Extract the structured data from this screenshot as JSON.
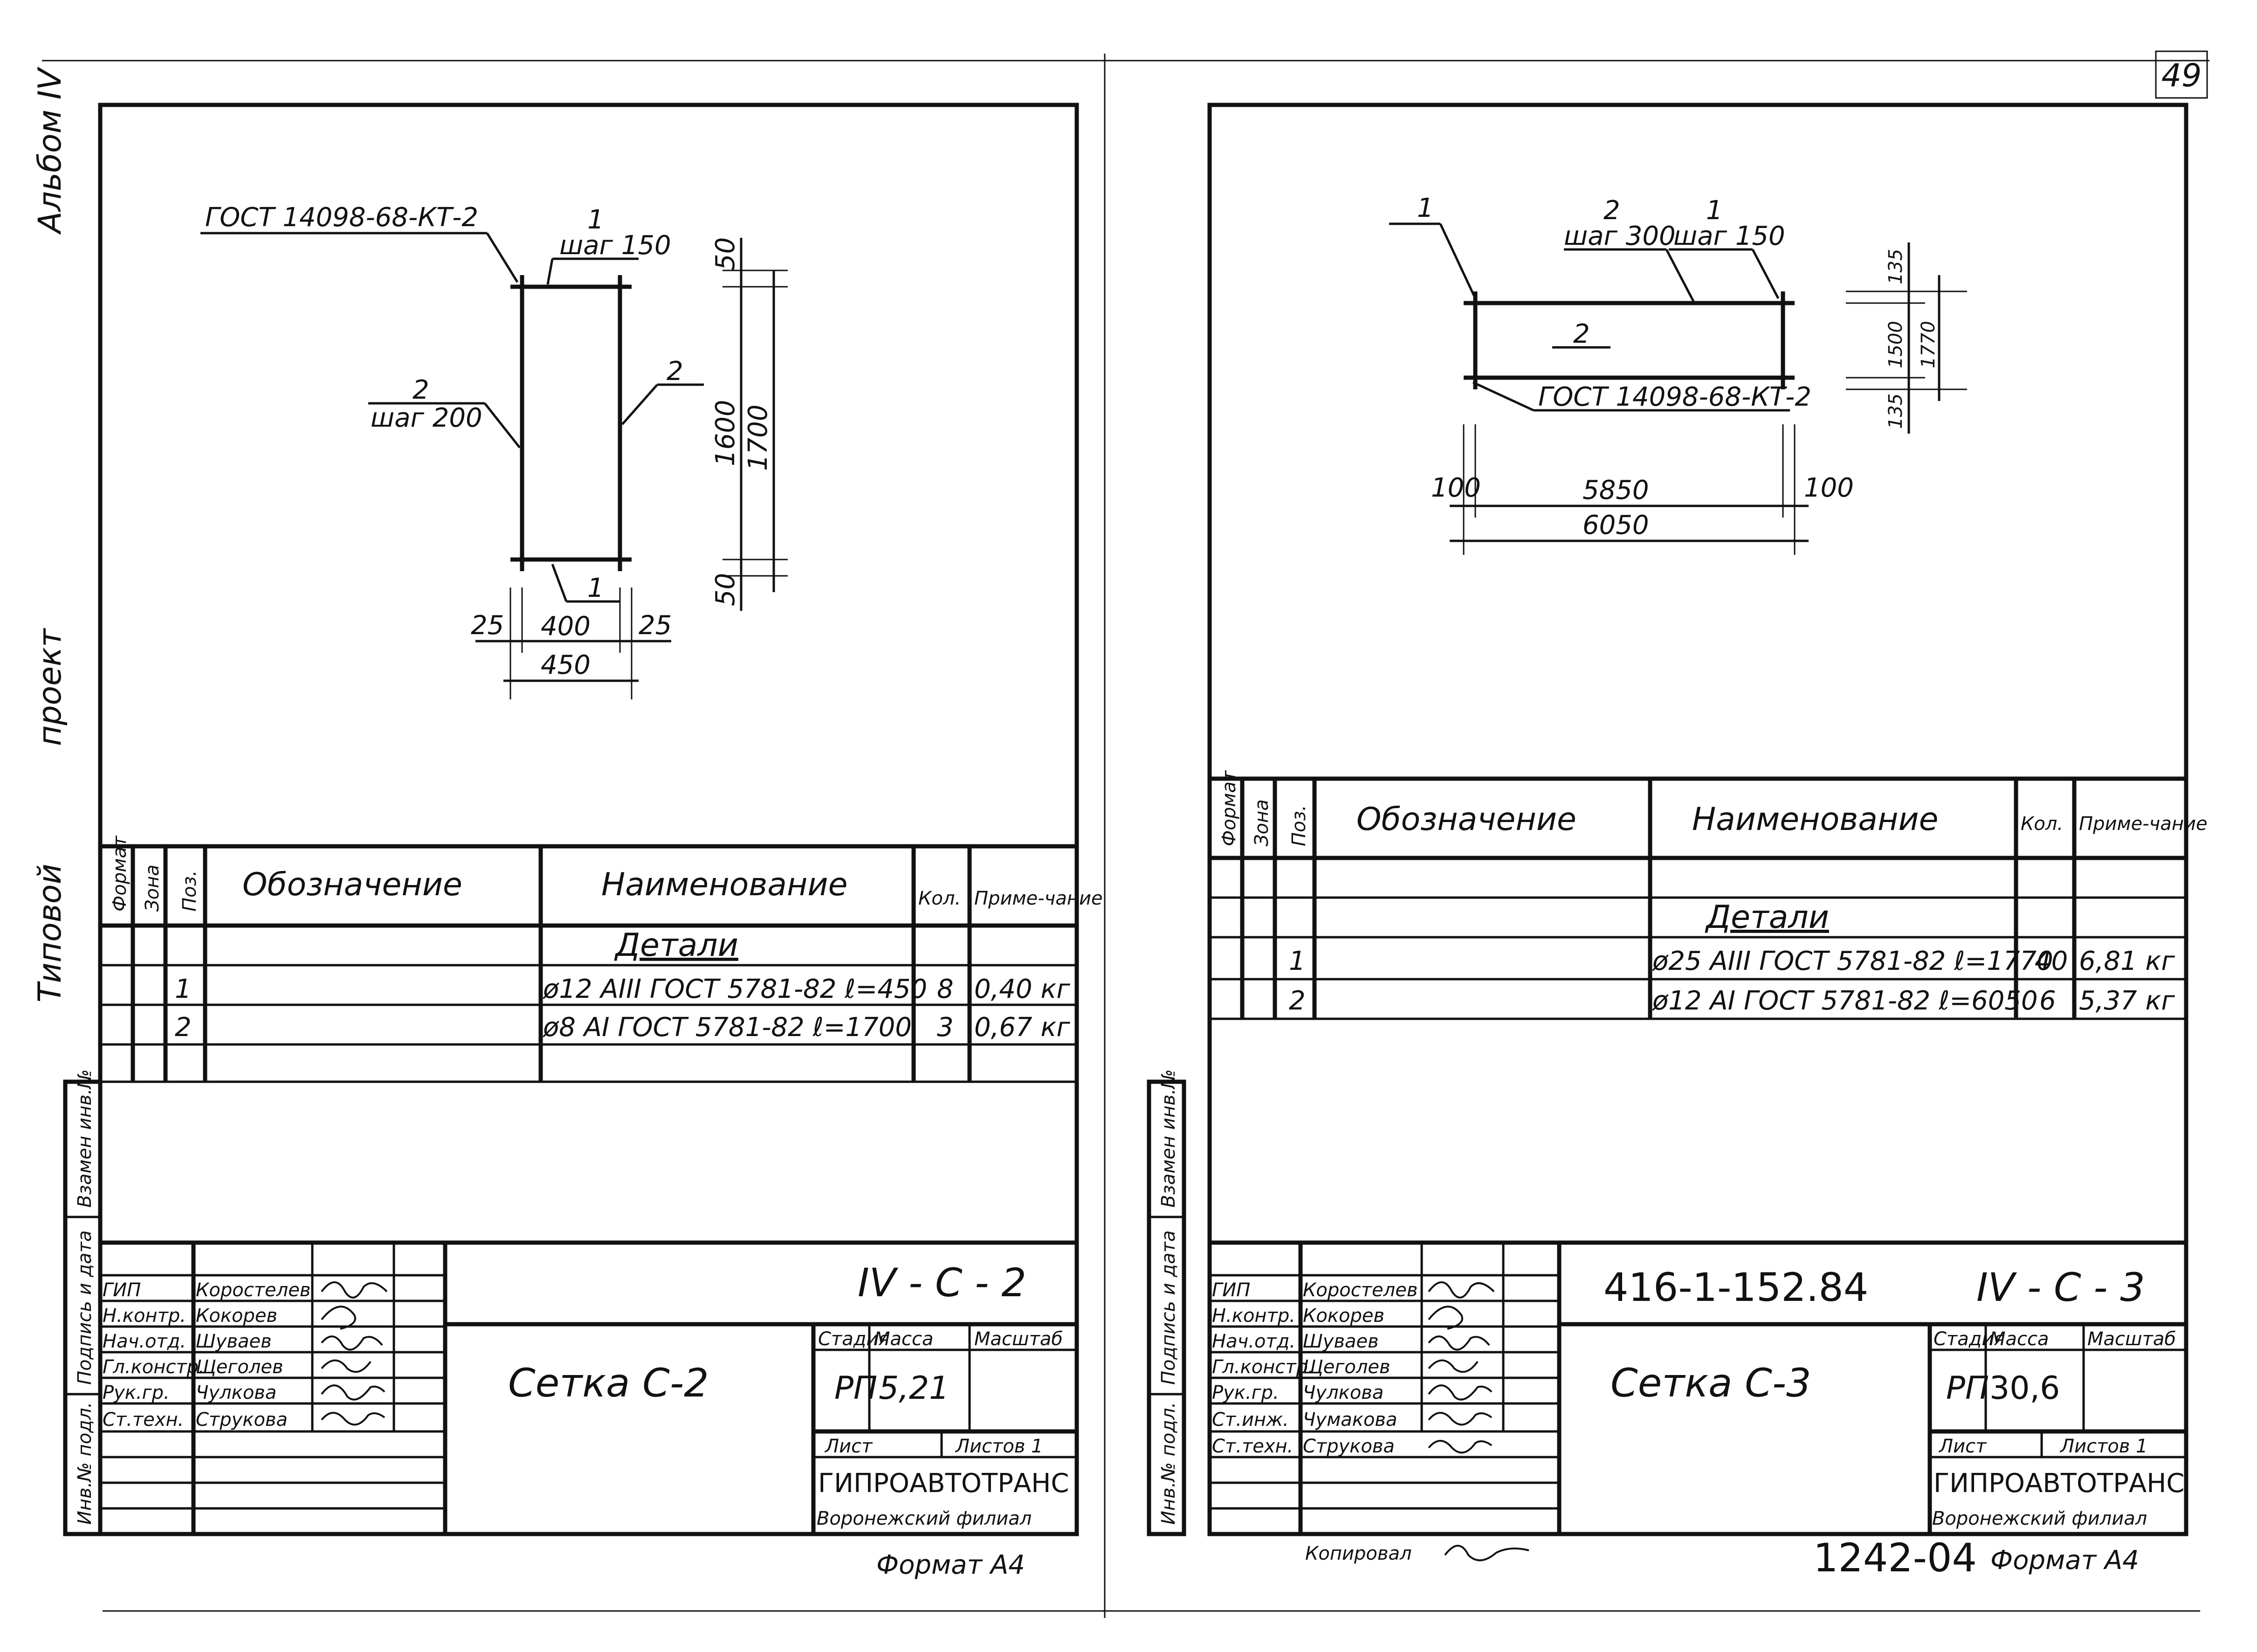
{
  "page_number": "49",
  "side_labels": {
    "album": "Альбом IV",
    "project": "проект",
    "typical": "Типовой"
  },
  "sheet_left": {
    "drawing": {
      "gost_label": "ГОСТ 14098-68-КТ-2",
      "mark_pos1_top": "1",
      "mark_pos1_top_step": "шаг 150",
      "mark_pos2_left": "2",
      "mark_pos2_left_step": "шаг 200",
      "mark_pos2_right": "2",
      "mark_pos1_bottom": "1",
      "dim_top": "50",
      "dim_inner_v": "1600",
      "dim_outer_v": "1700",
      "dim_bottom": "50",
      "dim_left": "25",
      "dim_inner_h": "400",
      "dim_right": "25",
      "dim_outer_h": "450"
    },
    "spec_table": {
      "headers": [
        "Формат",
        "Зона",
        "Поз.",
        "Обозначение",
        "Наименование",
        "Кол.",
        "Приме-чание"
      ],
      "section_title": "Детали",
      "rows": [
        {
          "pos": "1",
          "name": "ø12 AIII ГОСТ 5781-82  ℓ=450",
          "qty": "8",
          "note": "0,40 кг"
        },
        {
          "pos": "2",
          "name": "ø8 AI ГОСТ 5781-82  ℓ=1700",
          "qty": "3",
          "note": "0,67 кг"
        }
      ]
    },
    "side_stamp": [
      "Взамен инв.№",
      "Подпись и дата",
      "Инв.№ подл."
    ],
    "title_block": {
      "designation": "IV - С - 2",
      "people": [
        {
          "role": "ГИП",
          "name": "Коростелев"
        },
        {
          "role": "Н.контр.",
          "name": "Кокорев"
        },
        {
          "role": "Нач.отд.",
          "name": "Шуваев"
        },
        {
          "role": "Гл.констр.",
          "name": "Щеголев"
        },
        {
          "role": "Рук.гр.",
          "name": "Чулкова"
        },
        {
          "role": "Ст.техн.",
          "name": "Струкова"
        }
      ],
      "title": "Сетка С-2",
      "stage_header": "Стадия",
      "mass_header": "Масса",
      "scale_header": "Масштаб",
      "stage": "РП",
      "mass": "5,21",
      "sheet_label": "Лист",
      "sheets_label": "Листов 1",
      "org": "ГИПРОАВТОТРАНС",
      "branch": "Воронежский филиал"
    },
    "format": "Формат А4"
  },
  "sheet_right": {
    "drawing": {
      "mark_pos1_left": "1",
      "mark_pos2_top": "2",
      "mark_pos2_top_step": "шаг 300",
      "mark_pos1_top": "1",
      "mark_pos1_top_step": "шаг 150",
      "mark_pos2_mid": "2",
      "gost_label": "ГОСТ 14098-68-КТ-2",
      "dim_top": "135",
      "dim_inner_v": "1500",
      "dim_outer_v": "1770",
      "dim_bottom": "135",
      "dim_left": "100",
      "dim_inner_h": "5850",
      "dim_right": "100",
      "dim_outer_h": "6050"
    },
    "spec_table": {
      "headers": [
        "Формат",
        "Зона",
        "Поз.",
        "Обозначение",
        "Наименование",
        "Кол.",
        "Приме-чание"
      ],
      "section_title": "Детали",
      "rows": [
        {
          "pos": "1",
          "name": "ø25 AIII ГОСТ 5781-82  ℓ=1770",
          "qty": "40",
          "note": "6,81 кг"
        },
        {
          "pos": "2",
          "name": "ø12 AI ГОСТ 5781-82  ℓ=6050",
          "qty": "6",
          "note": "5,37 кг"
        }
      ]
    },
    "side_stamp": [
      "Взамен инв.№",
      "Подпись и дата",
      "Инв.№ подл."
    ],
    "title_block": {
      "project_code": "416-1-152.84",
      "designation": "IV - С - 3",
      "people": [
        {
          "role": "ГИП",
          "name": "Коростелев"
        },
        {
          "role": "Н.контр.",
          "name": "Кокорев"
        },
        {
          "role": "Нач.отд.",
          "name": "Шуваев"
        },
        {
          "role": "Гл.констр.",
          "name": "Щеголев"
        },
        {
          "role": "Рук.гр.",
          "name": "Чулкова"
        },
        {
          "role": "Ст.инж.",
          "name": "Чумакова"
        },
        {
          "role": "Ст.техн.",
          "name": "Струкова"
        }
      ],
      "title": "Сетка С-3",
      "stage_header": "Стадия",
      "mass_header": "Масса",
      "scale_header": "Масштаб",
      "stage": "РП",
      "mass": "30,6",
      "sheet_label": "Лист",
      "sheets_label": "Листов 1",
      "org": "ГИПРОАВТОТРАНС",
      "branch": "Воронежский филиал"
    },
    "copied": "Копировал",
    "order_number": "1242-04",
    "format": "Формат А4"
  }
}
